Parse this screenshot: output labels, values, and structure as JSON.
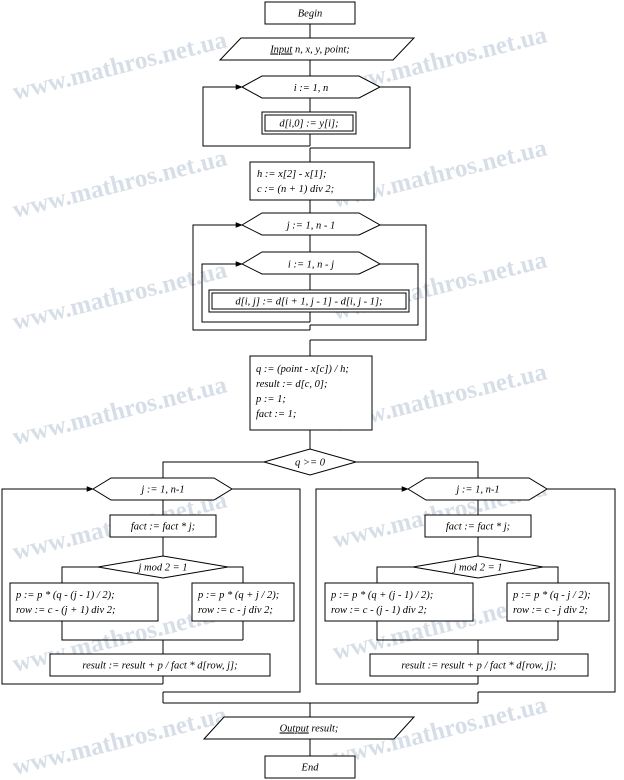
{
  "watermark": "www.mathros.net.ua",
  "nodes": {
    "begin": "Begin",
    "input_kw": "Input",
    "input_rest": " n, x, y, point;",
    "loop_i": "i := 1, n",
    "assign_d0": "d[i,0] := y[i];",
    "h_line": "h := x[2] - x[1];",
    "c_line": "c := (n + 1) div 2;",
    "loop_j": "j := 1, n - 1",
    "loop_i2": "i := 1, n - j",
    "diff": "d[i, j] := d[i + 1, j - 1] - d[i, j - 1];",
    "q_line": "q := (point - x[c]) / h;",
    "result_init": "result := d[c, 0];",
    "p_init": "p := 1;",
    "fact_init": "fact := 1;",
    "cond_q": "q >= 0",
    "left": {
      "loop": "j := 1, n-1",
      "fact": "fact := fact * j;",
      "cond": "j mod 2 = 1",
      "b1_p": "p := p * (q - (j - 1) / 2);",
      "b1_row": "row := c - (j + 1) div 2;",
      "b2_p": "p := p * (q + j / 2);",
      "b2_row": "row := c - j div 2;",
      "result": "result := result + p / fact * d[row, j];"
    },
    "right": {
      "loop": "j := 1, n-1",
      "fact": "fact := fact * j;",
      "cond": "j mod 2 = 1",
      "b1_p": "p := p * (q + (j - 1) / 2);",
      "b1_row": "row := c - (j - 1) div 2;",
      "b2_p": "p := p * (q - j / 2);",
      "b2_row": "row := c - j div 2;",
      "result": "result := result + p / fact * d[row, j];"
    },
    "output_kw": "Output",
    "output_rest": " result;",
    "end": "End"
  }
}
